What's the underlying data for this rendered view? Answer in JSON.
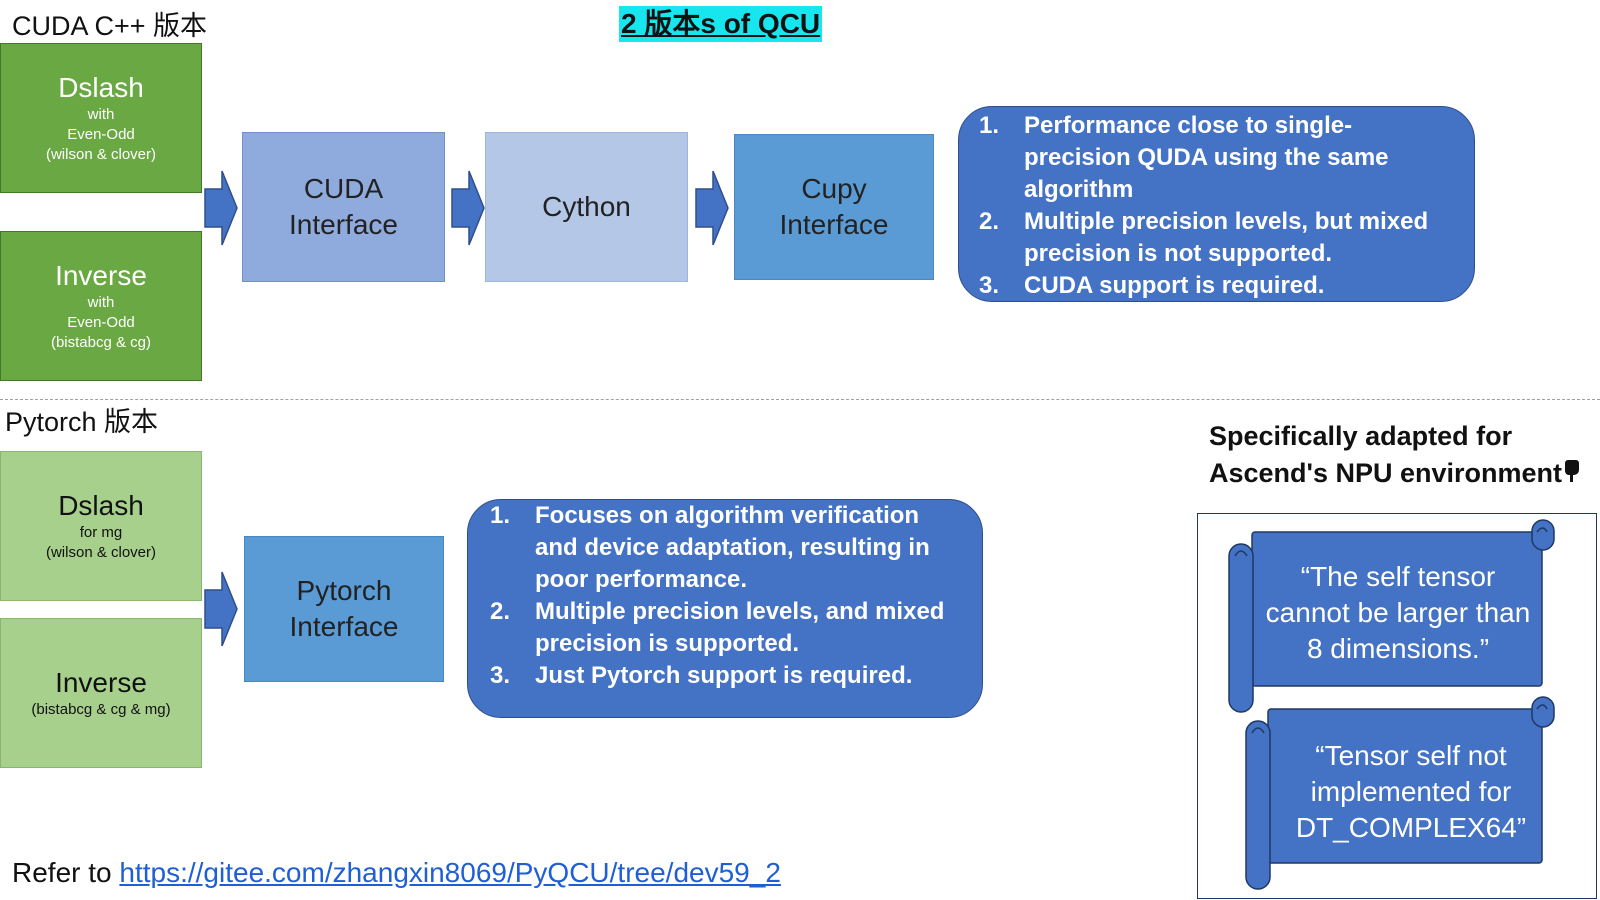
{
  "title": "2 版本s of QCU",
  "cuda_section": {
    "label": "CUDA C++ 版本",
    "dslash": {
      "title": "Dslash",
      "lines": [
        "with",
        "Even-Odd",
        "(wilson & clover)"
      ]
    },
    "inverse": {
      "title": "Inverse",
      "lines": [
        "with",
        "Even-Odd",
        "(bistabcg & cg)"
      ]
    },
    "cuda_interface": [
      "CUDA",
      "Interface"
    ],
    "cython": "Cython",
    "cupy_interface": [
      "Cupy",
      "Interface"
    ],
    "notes": [
      {
        "num": "1.",
        "text": "Performance close to single-precision QUDA using the same algorithm"
      },
      {
        "num": "2.",
        "text": "Multiple precision levels, but mixed precision is not supported."
      },
      {
        "num": "3.",
        "text": "CUDA support is required."
      }
    ]
  },
  "pytorch_section": {
    "label": "Pytorch 版本",
    "dslash": {
      "title": "Dslash",
      "lines": [
        "for mg",
        "(wilson & clover)"
      ]
    },
    "inverse": {
      "title": "Inverse",
      "lines": [
        "(bistabcg & cg & mg)"
      ]
    },
    "pytorch_interface": [
      "Pytorch",
      "Interface"
    ],
    "notes": [
      {
        "num": "1.",
        "text": "Focuses on algorithm verification and device adaptation, resulting in poor performance."
      },
      {
        "num": "2.",
        "text": "Multiple precision levels, and mixed precision is supported."
      },
      {
        "num": "3.",
        "text": "Just Pytorch support is required."
      }
    ]
  },
  "npu": {
    "heading": [
      "Specifically adapted for",
      "Ascend's NPU environment"
    ],
    "errors": [
      "“The self tensor cannot be larger than 8 dimensions.”",
      "“Tensor self not implemented for DT_COMPLEX64”"
    ]
  },
  "reference": {
    "prefix": "Refer to ",
    "url": "https://gitee.com/zhangxin8069/PyQCU/tree/dev59_2"
  },
  "colors": {
    "green_dark": "#6aa843",
    "green_light": "#a8d08d",
    "blue_note": "#4472c4",
    "title_highlight": "#17e6ef"
  }
}
